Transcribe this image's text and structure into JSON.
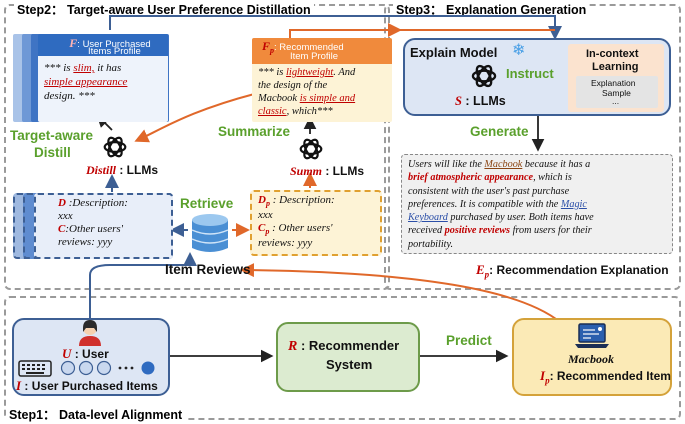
{
  "step2": {
    "title": "Step2：  Target-aware User Preference Distillation"
  },
  "step3": {
    "title": "Step3：  Explanation Generation"
  },
  "step1": {
    "title": "Step1：  Data-level Alignment"
  },
  "user_profile": {
    "symbol": "F",
    "title_1": ": User Purchased",
    "title_2": "Items Profile",
    "line1_a": "*** is ",
    "line1_b": "slim,",
    "line1_c": " it has",
    "line2": "simple appearance",
    "line3": "design. ***"
  },
  "rec_profile": {
    "symbol": "F",
    "sub": "p",
    "title_1": ": Recommended",
    "title_2": "Item Profile",
    "line1_a": "*** is ",
    "line1_b": "lightweight",
    "line1_c": ". And",
    "line2": "the design of the",
    "line3_a": "Macbook ",
    "line3_b": "is simple and",
    "line4_a": "classic",
    "line4_b": ", which***"
  },
  "distill": {
    "label_1": "Target-aware",
    "label_2": "Distill",
    "llm_name": "Distill",
    "llm_suffix": " : LLMs"
  },
  "summarize": {
    "label": "Summarize",
    "llm_name": "Summ",
    "llm_suffix": " : LLMs"
  },
  "review_left": {
    "d_sym": "D",
    "d_text": " :Description:",
    "d_val": "xxx",
    "c_sym": "C",
    "c_text": ":Other users'",
    "c_val": "reviews:  yyy"
  },
  "review_right": {
    "d_sym": "D",
    "d_sub": "p",
    "d_text": " : Description:",
    "d_val": "xxx",
    "c_sym": "C",
    "c_sub": "p",
    "c_text": " : Other users'",
    "c_val": "reviews:  yyy"
  },
  "retrieve": {
    "label": "Retrieve"
  },
  "item_reviews": {
    "label": "Item Reviews"
  },
  "explain_model": {
    "title": "Explain Model",
    "instruct": "Instruct",
    "icl_1": "In-context",
    "icl_2": "Learning",
    "sample_1": "Explanation",
    "sample_2": "Sample",
    "sample_3": "...",
    "llm_sym": "S",
    "llm_suffix": " : LLMs"
  },
  "generate": {
    "label": "Generate"
  },
  "explanation": {
    "l1_a": "Users will like the ",
    "l1_b": "Macbook",
    "l1_c": " because it has  a",
    "l2_a": "brief atmospheric appearance",
    "l2_b": ", which is",
    "l3": "consistent with the user's past purchase",
    "l4_a": "preferences.  It is compatible with the ",
    "l4_b": "Magic",
    "l5_a": "Keyboard",
    "l5_b": " purchased by user.  Both items have",
    "l6_a": "received ",
    "l6_b": "positive reviews",
    "l6_c": " from users for their",
    "l7": "portability.",
    "caption_sym": "E",
    "caption_sub": "p",
    "caption_text": ": Recommendation Explanation"
  },
  "user": {
    "u_sym": "U",
    "u_text": " : User",
    "i_sym": "I",
    "i_text": " : User Purchased Items"
  },
  "recommender": {
    "sym": "R",
    "text_1": " : Recommender",
    "text_2": "System"
  },
  "predict": {
    "label": "Predict"
  },
  "macbook": {
    "name": "Macbook",
    "sym": "I",
    "sub": "p",
    "text": ": Recommended Item"
  },
  "colors": {
    "red": "#c00000",
    "green": "#5aa02c",
    "orange_line": "#e0682a",
    "blue_line": "#3d5f94",
    "blue_doc": "#2f6bc0",
    "orange_doc": "#f08a3c",
    "rec_box": "#dcebd0",
    "item_box": "#fbeab6",
    "explain_box": "#dde6f4"
  }
}
